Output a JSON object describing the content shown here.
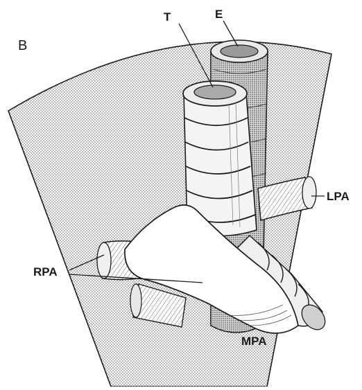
{
  "figure": {
    "panel_letter": "B",
    "labels": {
      "trachea": "T",
      "esophagus": "E",
      "left_pulmonary_artery": "LPA",
      "right_pulmonary_artery": "RPA",
      "main_pulmonary_artery": "MPA"
    },
    "colors": {
      "ink": "#1a1a1a",
      "background": "#ffffff",
      "stipple": "#555555",
      "structure_fill": "#f4f4f4"
    }
  }
}
